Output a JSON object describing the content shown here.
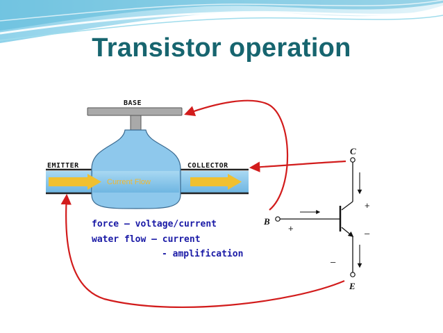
{
  "slide": {
    "title": "Transistor operation"
  },
  "valve": {
    "base_label": "BASE",
    "emitter_label": "EMITTER",
    "collector_label": "COLLECTOR",
    "flow_label": "Current Flow"
  },
  "notes": {
    "line1": "force – voltage/current",
    "line2": "water flow – current",
    "line3": "- amplification"
  },
  "transistor": {
    "collector": "C",
    "base": "B",
    "emitter": "E",
    "plus_sign": "+",
    "minus_sign": "–"
  },
  "colors": {
    "title": "#17656f",
    "arrows": "#d21c1c",
    "water": "#7fc2ea",
    "flow_arrow": "#f0c030",
    "notes": "#1a1aa6"
  }
}
